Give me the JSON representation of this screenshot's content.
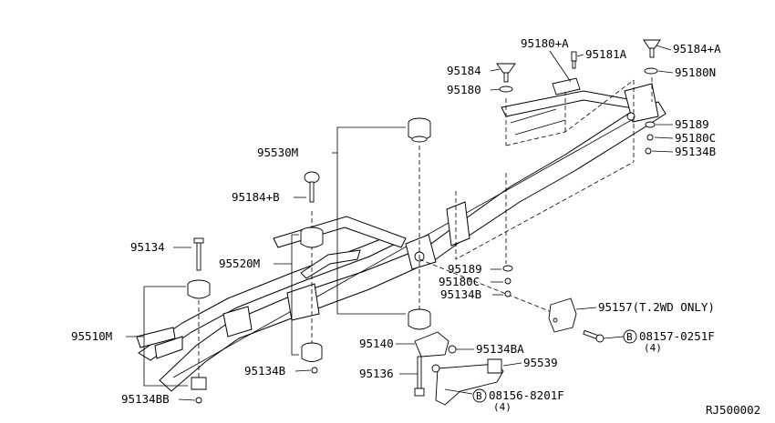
{
  "labels": {
    "p95180A": "95180+A",
    "p95181A": "95181A",
    "p95184A": "95184+A",
    "p95184": "95184",
    "p95180N": "95180N",
    "p95180": "95180",
    "p95189_top": "95189",
    "p95180C_top": "95180C",
    "p95134B_top": "95134B",
    "p95530M": "95530M",
    "p95184B": "95184+B",
    "p95134": "95134",
    "p95520M": "95520M",
    "p95510M": "95510M",
    "p95189_mid": "95189",
    "p95180C_mid": "95180C",
    "p95134B_mid": "95134B",
    "p95157": "95157(T.2WD ONLY)",
    "p08157": "08157-0251F",
    "p08157_qty": "(4)",
    "p95140": "95140",
    "p95134BA": "95134BA",
    "p95539": "95539",
    "p95134B_low": "95134B",
    "p95136": "95136",
    "p95134BB": "95134BB",
    "p08156": "08156-8201F",
    "p08156_qty": "(4)",
    "bolt_b": "B",
    "ref": "RJ500002"
  }
}
